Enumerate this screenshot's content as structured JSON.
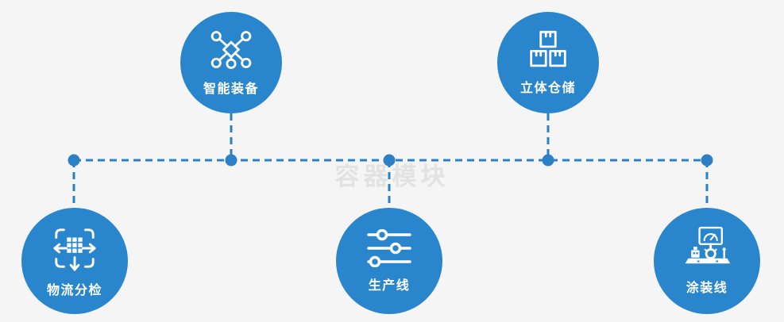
{
  "watermark": "容器模块",
  "colors": {
    "node_blue": "#2a86cc",
    "line_blue": "#2b80c6",
    "background": "#f5f5f6",
    "icon_white": "#ffffff"
  },
  "nodes": [
    {
      "id": "smart-equipment",
      "label": "智能装备",
      "icon": "network-nodes-icon",
      "position": "top-left"
    },
    {
      "id": "stereo-warehouse",
      "label": "立体仓储",
      "icon": "stacked-boxes-icon",
      "position": "top-right"
    },
    {
      "id": "logistics-sorting",
      "label": "物流分检",
      "icon": "sorting-arrows-icon",
      "position": "bottom-left"
    },
    {
      "id": "production-line",
      "label": "生产线",
      "icon": "sliders-icon",
      "position": "bottom-center"
    },
    {
      "id": "coating-line",
      "label": "涂装线",
      "icon": "control-machine-icon",
      "position": "bottom-right"
    }
  ]
}
